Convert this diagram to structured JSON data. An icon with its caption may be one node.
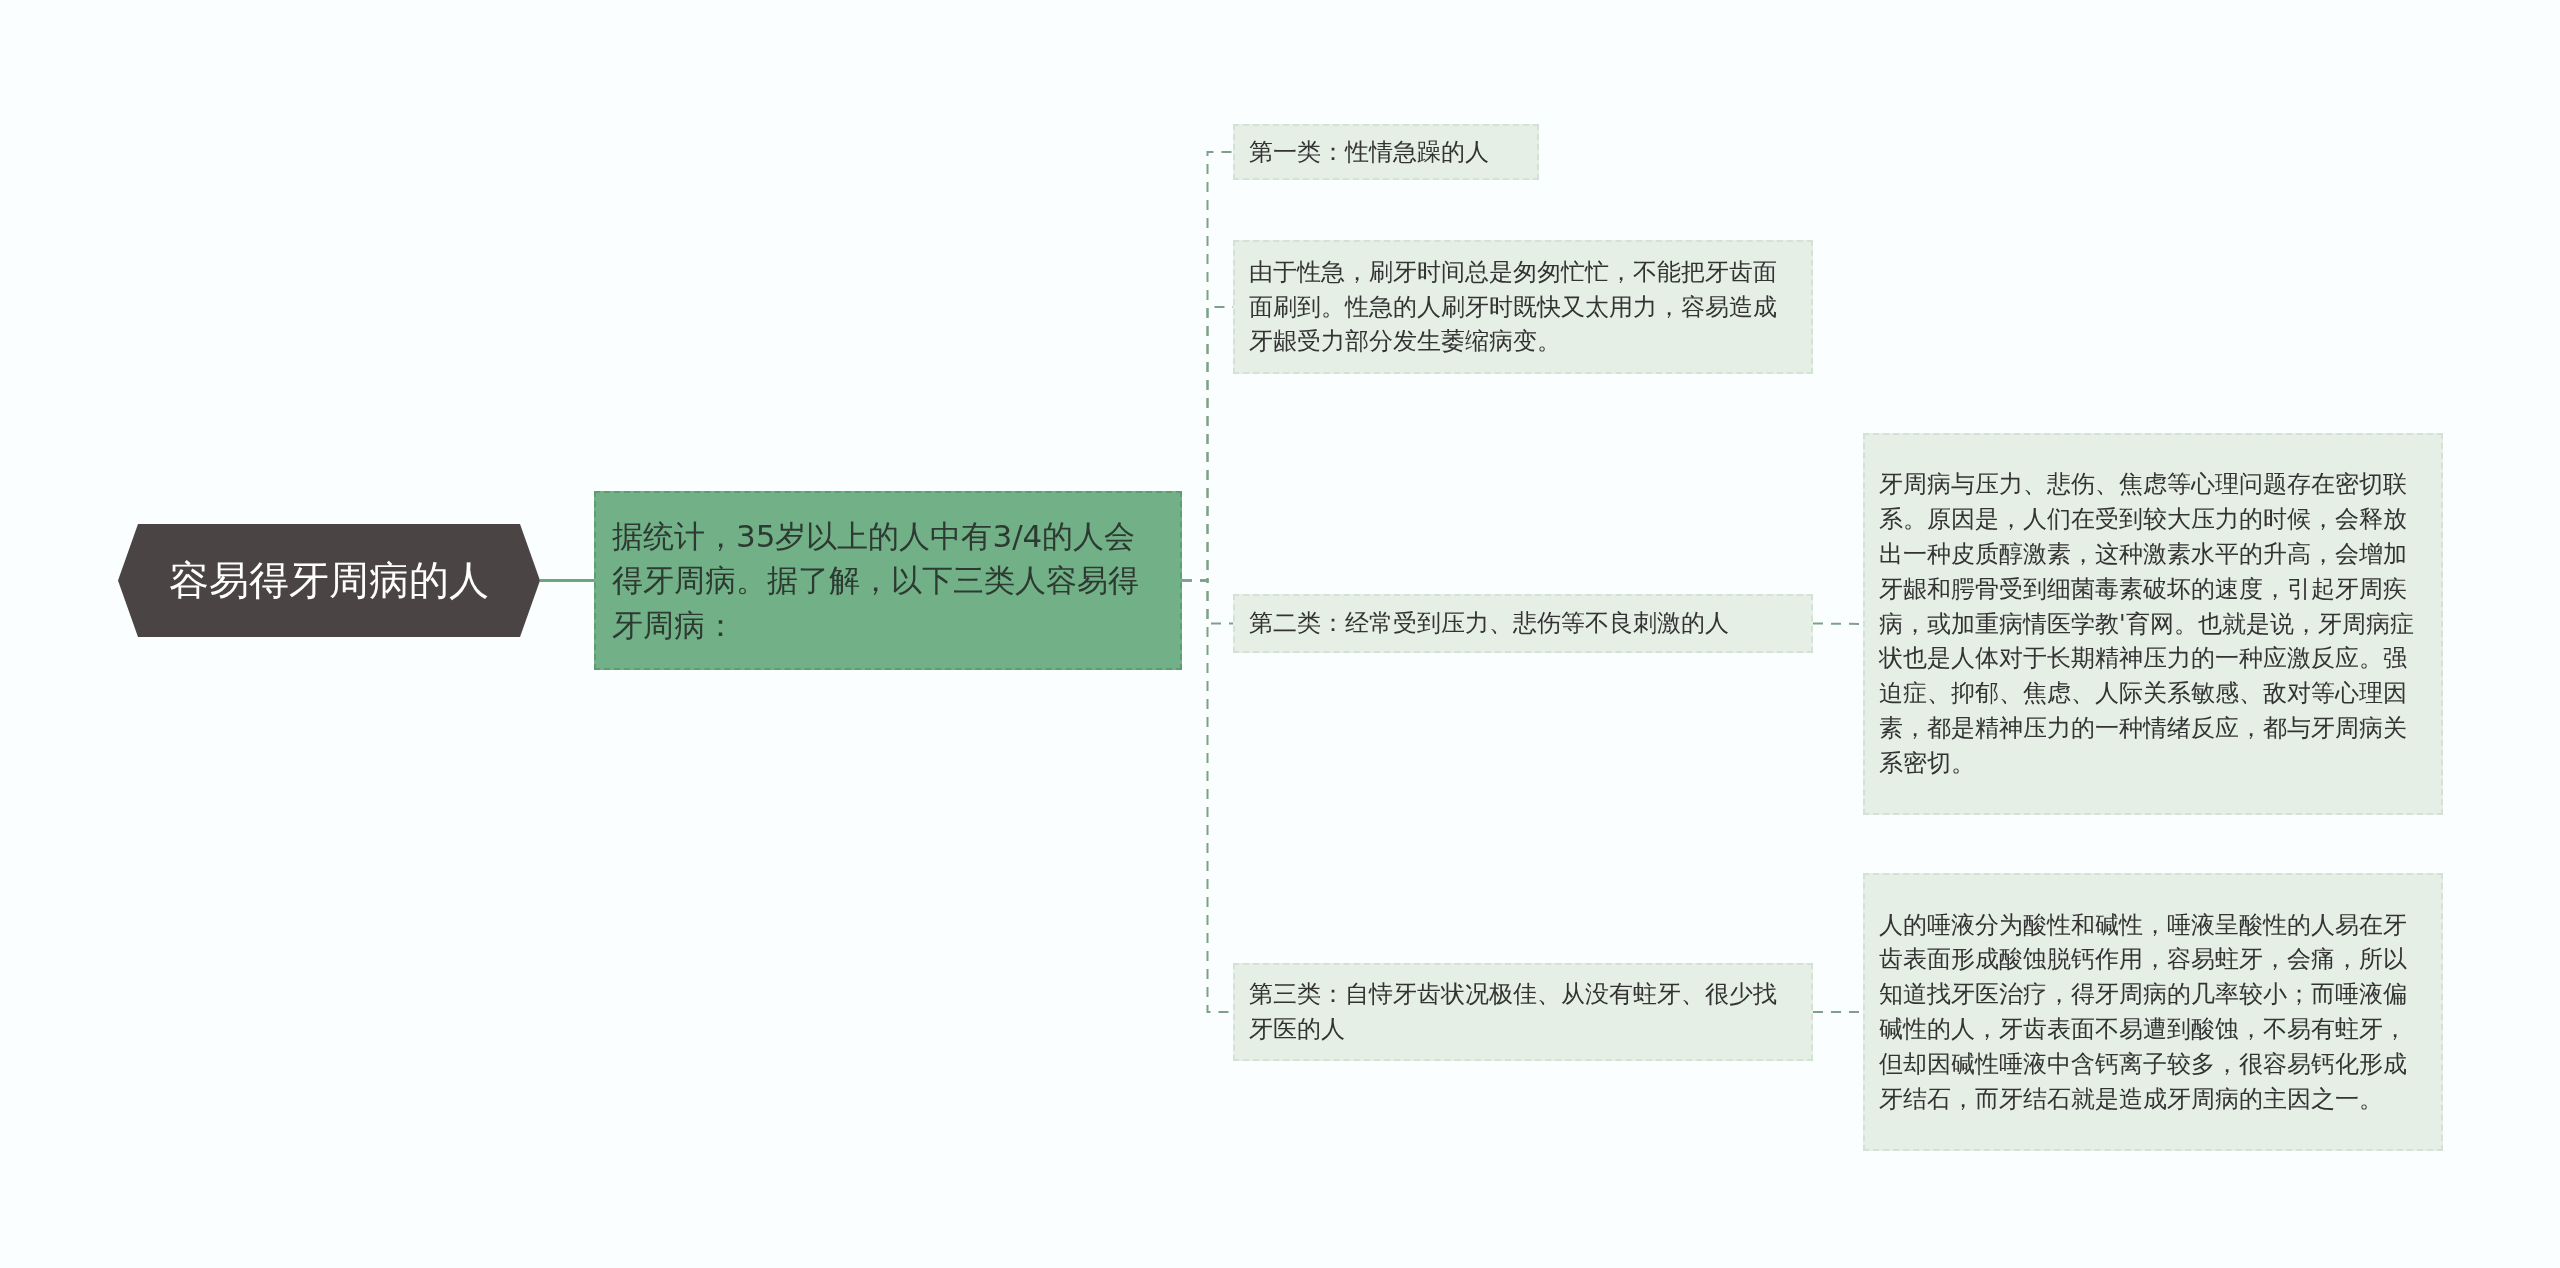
{
  "diagram": {
    "nodes": [
      {
        "text": [
          "容易得牙周病的人"
        ]
      },
      {
        "text": [
          "据统计，35岁以上的人中有3/4的人会得牙周病。据了解，以下三类人容易得牙周病："
        ]
      },
      {
        "text": [
          "第一类：性情急躁的人"
        ]
      },
      {
        "text": [
          "由于性急，刷牙时间总是匆匆忙忙，不能把牙齿面面刷到。性急的人刷牙时既快又太用力，容易造成牙龈受力部分发生萎缩病变。"
        ]
      },
      {
        "text": [
          "第二类：经常受到压力、悲伤等不良刺激的人"
        ]
      },
      {
        "text": [
          "牙周病与压力、悲伤、焦虑等心理问题存在密切联系。原因是，人们在受到较大压力的时候，会释放出一种皮质醇激素，这种激素水平的升高，会增加牙龈和腭骨受到细菌毒素破坏的速度，引起牙周疾病，或加重病情医学教'育网。也就是说，牙周病症状也是人体对于长期精神压力的一种应激反应。强迫症、抑郁、焦虑、人际关系敏感、敌对等心理因素，都是精神压力的一种情绪反应，都与牙周病关系密切。"
        ]
      },
      {
        "text": [
          "第三类：自恃牙齿状况极佳、从没有蛀牙、很少找牙医的人"
        ]
      },
      {
        "text": [
          "人的唾液分为酸性和碱性，唾液呈酸性的人易在牙齿表面形成酸蚀脱钙作用，容易蛀牙，会痛，所以知道找牙医治疗，得牙周病的几率较小；而唾液偏碱性的人，牙齿表面不易遭到酸蚀，不易有蛀牙，但却因碱性唾液中含钙离子较多，很容易钙化形成牙结石，而牙结石就是造成牙周病的主因之一。"
        ]
      }
    ],
    "edges": [
      {
        "from": 0,
        "to": 1,
        "arrow": "none",
        "color": "#6aa77f"
      },
      {
        "from": 1,
        "to": 2,
        "arrow": "none",
        "style": "dashed"
      },
      {
        "from": 1,
        "to": 3,
        "arrow": "none",
        "style": "dashed"
      },
      {
        "from": 1,
        "to": 4,
        "arrow": "none",
        "style": "dashed"
      },
      {
        "from": 1,
        "to": 6,
        "arrow": "none",
        "style": "dashed"
      },
      {
        "from": 4,
        "to": 5,
        "arrow": "none",
        "style": "dashed"
      },
      {
        "from": 6,
        "to": 7,
        "arrow": "none",
        "style": "dashed"
      }
    ]
  }
}
